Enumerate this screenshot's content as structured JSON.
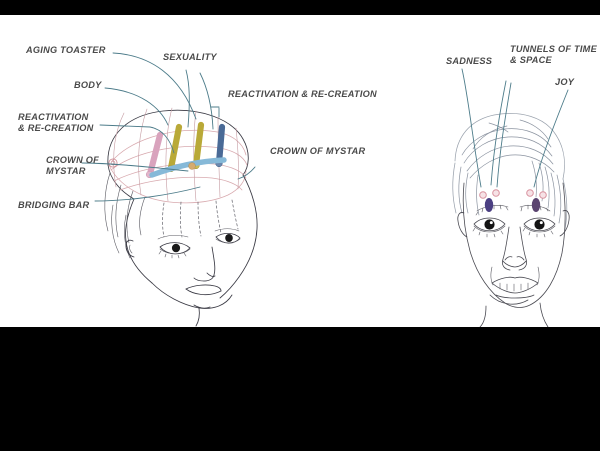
{
  "document": {
    "title": "Head Energy Points Diagram",
    "background_color": "#ffffff",
    "band_color": "#000000"
  },
  "figures": [
    {
      "id": "left-figure",
      "view": "three-quarter profile head with grid overlay and colored bars",
      "labels": [
        {
          "key": "aging_toaster",
          "text": "AGING TOASTER"
        },
        {
          "key": "sexuality",
          "text": "SEXUALITY"
        },
        {
          "key": "body",
          "text": "BODY"
        },
        {
          "key": "reactivation_left_1",
          "text": "REACTIVATION"
        },
        {
          "key": "reactivation_left_2",
          "text": "& RE-CREATION"
        },
        {
          "key": "reactivation_right",
          "text": "REACTIVATION & RE-CREATION"
        },
        {
          "key": "crown_left_1",
          "text": "CROWN OF"
        },
        {
          "key": "crown_left_2",
          "text": "MYSTAR"
        },
        {
          "key": "crown_right",
          "text": "CROWN OF MYSTAR"
        },
        {
          "key": "bridging_bar",
          "text": "BRIDGING BAR"
        }
      ],
      "bars": [
        {
          "name": "pink-bar",
          "color": "#d9a3bd"
        },
        {
          "name": "olive-bar-1",
          "color": "#b9a938"
        },
        {
          "name": "olive-bar-2",
          "color": "#b9a938"
        },
        {
          "name": "navy-bar",
          "color": "#4a6a96"
        },
        {
          "name": "blue-bridging-bar",
          "color": "#86b9d8"
        },
        {
          "name": "tan-node",
          "color": "#d6ab6e"
        }
      ],
      "line_colors": {
        "leader": "#4d7c8a",
        "outline": "#3a3a44",
        "grid": "#d8a9ae"
      }
    },
    {
      "id": "right-figure",
      "view": "frontal face with forehead points",
      "labels": [
        {
          "key": "sadness",
          "text": "SADNESS"
        },
        {
          "key": "tunnels_1",
          "text": "TUNNELS OF TIME"
        },
        {
          "key": "tunnels_2",
          "text": "& SPACE"
        },
        {
          "key": "joy",
          "text": "JOY"
        }
      ],
      "points": [
        {
          "name": "sadness-point",
          "color": "#e0a0ad"
        },
        {
          "name": "tunnel-point-left",
          "color": "#e0a0ad"
        },
        {
          "name": "tunnel-point-right",
          "color": "#e0a0ad"
        },
        {
          "name": "joy-point",
          "color": "#e0a0ad"
        },
        {
          "name": "brow-oval-left",
          "color": "#4b3f82"
        },
        {
          "name": "brow-oval-right",
          "color": "#5b4470"
        }
      ],
      "line_colors": {
        "leader": "#4d7c8a",
        "outline": "#4a4a52",
        "hair": "#9aa2ad"
      }
    }
  ]
}
